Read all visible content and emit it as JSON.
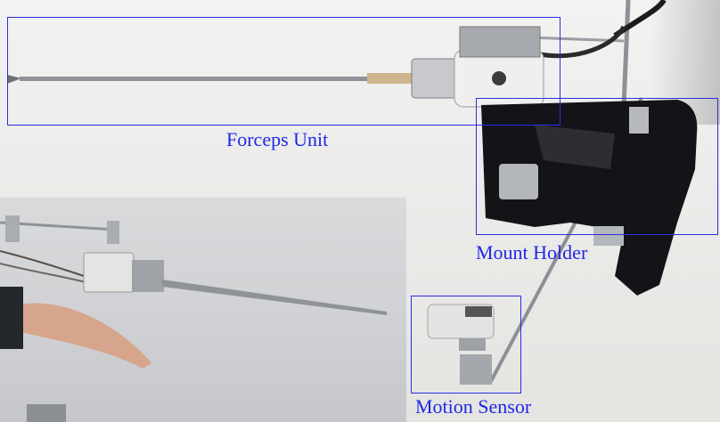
{
  "labels": {
    "forceps_unit": "Forceps Unit",
    "mount_holder": "Mount Holder",
    "motion_sensor": "Motion Sensor"
  },
  "colors": {
    "annotation": "#2027e8",
    "background": "#ececea",
    "holder_body": "#141418",
    "metal": "#9a9ea3"
  }
}
